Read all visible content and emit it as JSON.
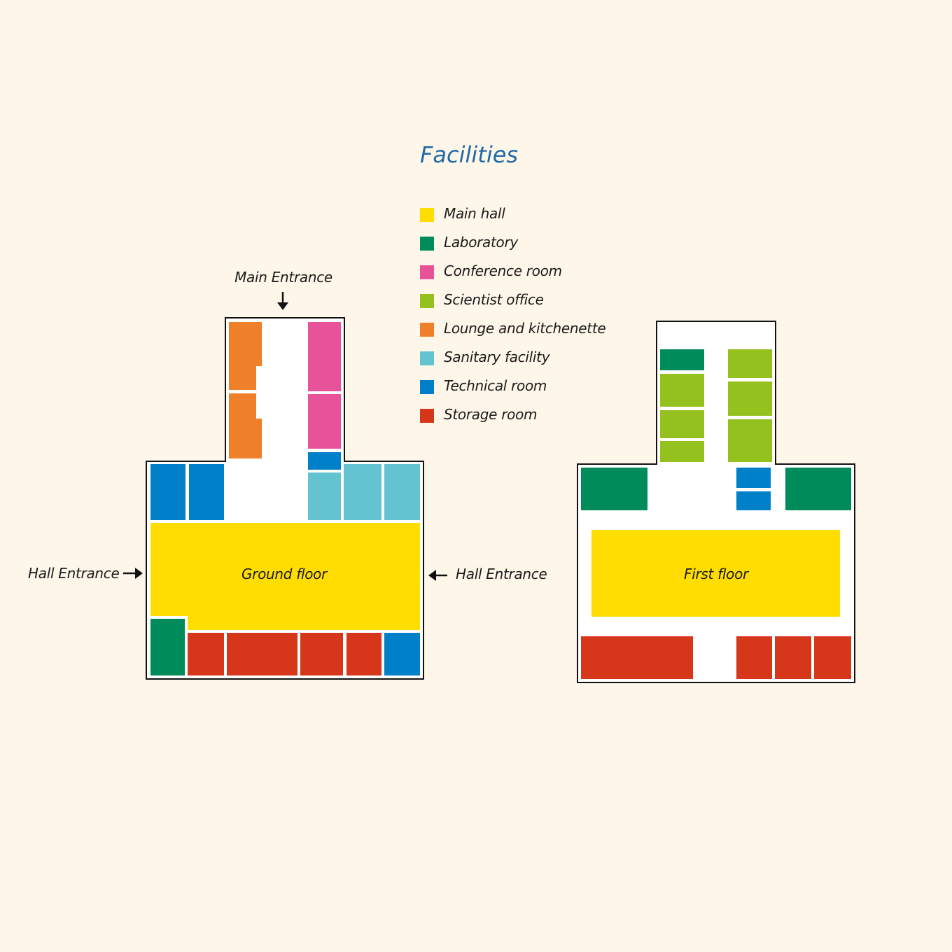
{
  "title": "Facilities",
  "legend": [
    {
      "label": "Main hall",
      "key": "hall",
      "color": "#FFDD00"
    },
    {
      "label": "Laboratory",
      "key": "lab",
      "color": "#008C5A"
    },
    {
      "label": "Conference room",
      "key": "conf",
      "color": "#E85298"
    },
    {
      "label": "Scientist office",
      "key": "office",
      "color": "#95C11F"
    },
    {
      "label": "Lounge and kitchenette",
      "key": "lounge",
      "color": "#EF7F28"
    },
    {
      "label": "Sanitary facility",
      "key": "sanitary",
      "color": "#64C3D0"
    },
    {
      "label": "Technical room",
      "key": "tech",
      "color": "#0080C8"
    },
    {
      "label": "Storage room",
      "key": "storage",
      "color": "#D6361A"
    }
  ],
  "labels": {
    "main_entrance": "Main Entrance",
    "hall_entrance_left": "Hall Entrance",
    "hall_entrance_right": "Hall Entrance",
    "ground_floor": "Ground floor",
    "first_floor": "First floor"
  }
}
